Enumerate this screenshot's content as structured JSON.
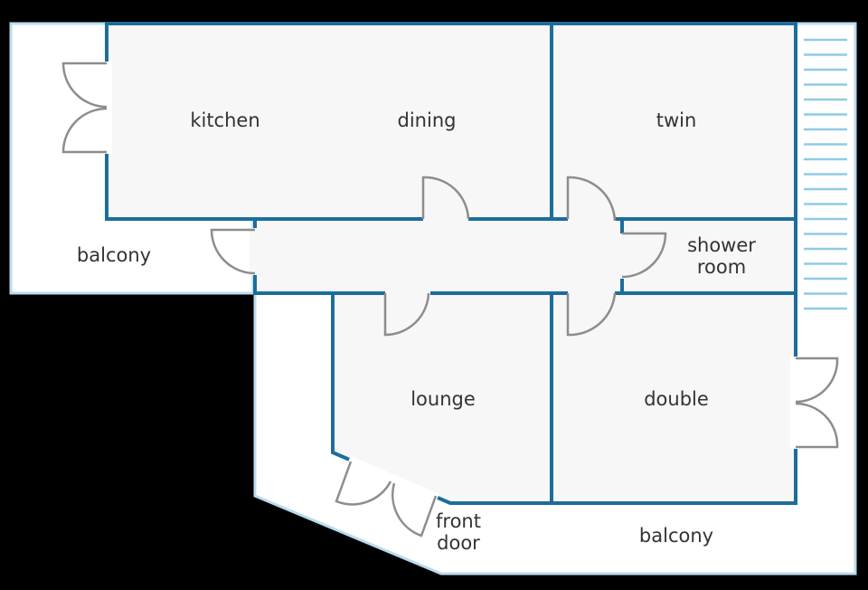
{
  "colors": {
    "background": "#000000",
    "room_fill": "#f7f7f7",
    "wall": "#1c6d9c",
    "balcony_outline": "#b9dcec",
    "door": "#8d8d8d",
    "stairs": "#8fcbe6"
  },
  "rooms": {
    "kitchen": "kitchen",
    "dining": "dining",
    "twin": "twin",
    "shower_line1": "shower",
    "shower_line2": "room",
    "lounge": "lounge",
    "double": "double",
    "balcony_left": "balcony",
    "balcony_bottom": "balcony",
    "front_door_line1": "front",
    "front_door_line2": "door"
  }
}
